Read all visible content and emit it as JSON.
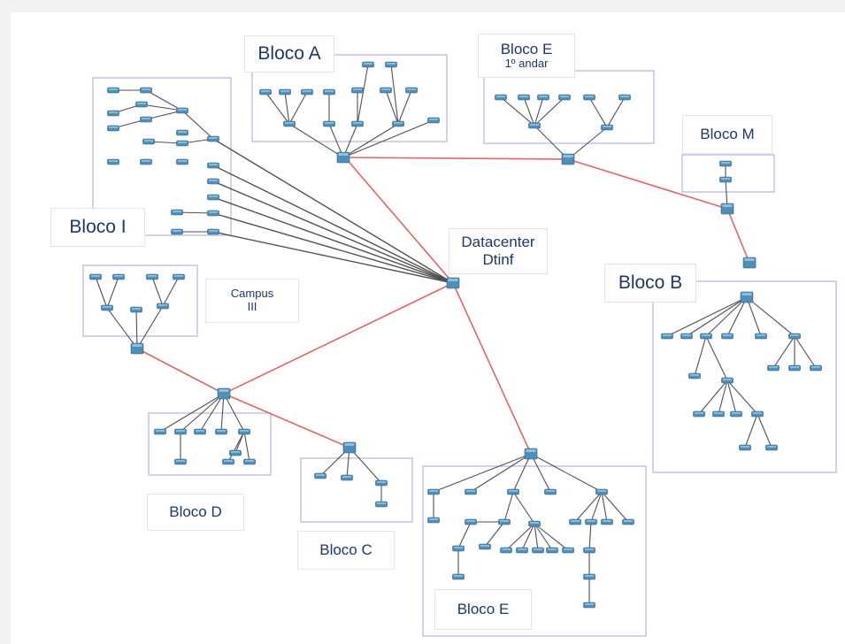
{
  "labels": {
    "bloco_a": "Bloco A",
    "bloco_e_top": "Bloco E",
    "bloco_e_top_floor": "1º andar",
    "bloco_m": "Bloco M",
    "bloco_i": "Bloco I",
    "datacenter_line1": "Datacenter",
    "datacenter_line2": "Dtinf",
    "campus_line1": "Campus",
    "campus_line2": "III",
    "bloco_b": "Bloco B",
    "bloco_d": "Bloco D",
    "bloco_c": "Bloco C",
    "bloco_e_bottom": "Bloco E"
  },
  "colors": {
    "backbone_link": "#e06666",
    "access_link": "#505050",
    "switch_fill": "#4f8fb8",
    "switch_highlight": "#8fc0de",
    "area_border": "#b4b4dc",
    "label_text": "#1f3864"
  },
  "icons": {
    "switch": "network-switch-icon",
    "core_switch": "multilayer-switch-icon"
  }
}
